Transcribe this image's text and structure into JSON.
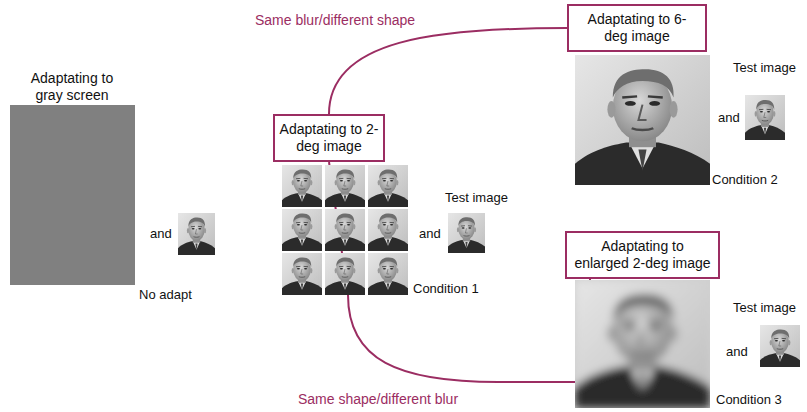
{
  "diagram": {
    "nodes": [
      {
        "text": [
          "Adaptating to 2-deg image"
        ]
      },
      {
        "text": [
          "Adaptating to 6-deg image"
        ]
      },
      {
        "text": [
          "Adaptating to enlarged 2-deg image"
        ]
      }
    ],
    "edges": [
      {
        "from": 0,
        "to": 1,
        "arrow": "none",
        "label": "Same blur/different shape"
      },
      {
        "from": 0,
        "to": 2,
        "arrow": "none",
        "label": "Same shape/different blur"
      }
    ],
    "labels": [
      "Adaptating to gray screen",
      "and",
      "No adapt",
      "and",
      "Test image",
      "Condition 1",
      "Test image",
      "and",
      "Condition 2",
      "Test image",
      "and",
      "Condition 3"
    ]
  }
}
